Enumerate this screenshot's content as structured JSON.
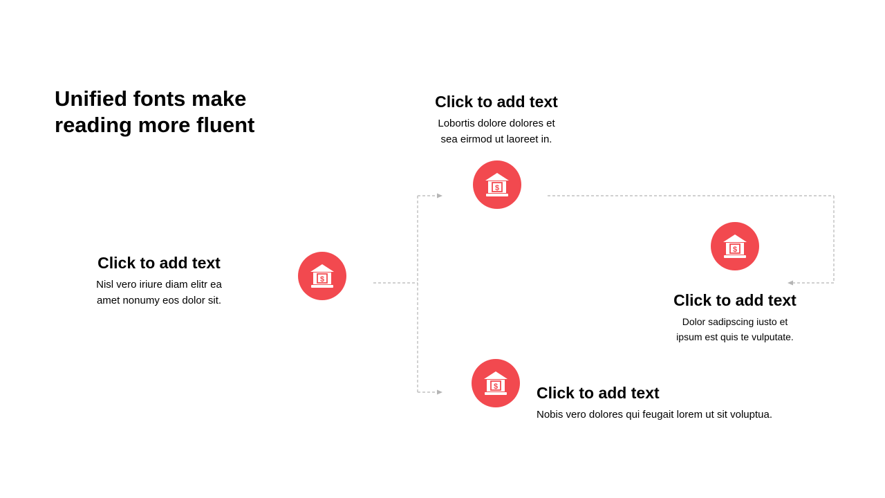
{
  "title": "Unified fonts make\nreading more fluent",
  "colors": {
    "accent": "#F2494F",
    "connector": "#B5B5B5",
    "icon": "#FFFFFF"
  },
  "icon": "bank-dollar-icon",
  "items": [
    {
      "heading": "Click to add text",
      "body": "Nisl vero iriure diam elitr ea\namet nonumy eos dolor sit."
    },
    {
      "heading": "Click to add text",
      "body": "Lobortis dolore dolores et\nsea eirmod ut laoreet in."
    },
    {
      "heading": "Click to add text",
      "body": "Dolor sadipscing iusto et\nipsum est quis te vulputate."
    },
    {
      "heading": "Click to add text",
      "body": "Nobis vero dolores qui feugait lorem ut sit voluptua."
    }
  ]
}
